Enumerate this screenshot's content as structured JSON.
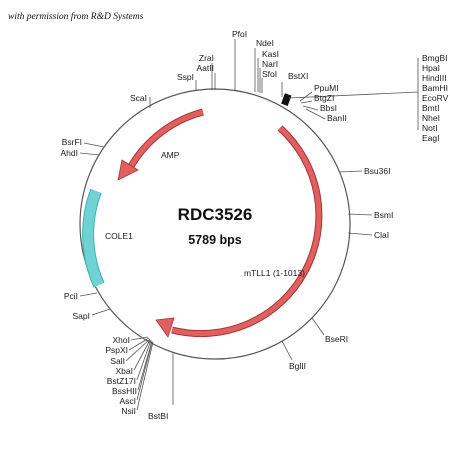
{
  "credit": "with permission from R&D Systems",
  "plasmid": {
    "name": "RDC3526",
    "size": "5789 bps"
  },
  "colors": {
    "backbone": "#555555",
    "amp_arrow": "#e06060",
    "insert_arrow": "#e06060",
    "cole1": "#6fd3d3"
  },
  "features": [
    {
      "id": "amp",
      "label": "AMP",
      "type": "arrow"
    },
    {
      "id": "cole1",
      "label": "COLE1",
      "type": "block"
    },
    {
      "id": "mtll1",
      "label": "mTLL1 (1-1013)",
      "type": "arrow"
    }
  ],
  "sites": {
    "top": [
      "PfoI",
      "NdeI",
      "KasI",
      "NarI",
      "SfoI",
      "ZraI",
      "AatII",
      "SspI",
      "BstXI"
    ],
    "right_group": [
      "BmgBI",
      "HpaI",
      "HindIII",
      "BamHI",
      "EcoRV",
      "BmtI",
      "NheI",
      "NotI",
      "EagI"
    ],
    "right_upper": [
      "PpuMI",
      "BtgZI",
      "BbsI",
      "BanII"
    ],
    "right": [
      "Bsu36I",
      "BsmI",
      "ClaI",
      "BseRI",
      "BglII"
    ],
    "left": [
      "ScaI",
      "BsrFI",
      "AhdI",
      "PciI",
      "SapI"
    ],
    "bottom_group": [
      "XhoI",
      "PspXI",
      "SalI",
      "XbaI",
      "BstZ17I",
      "BssHII",
      "AscI",
      "NsiI"
    ],
    "bottom": [
      "BstBI"
    ]
  }
}
